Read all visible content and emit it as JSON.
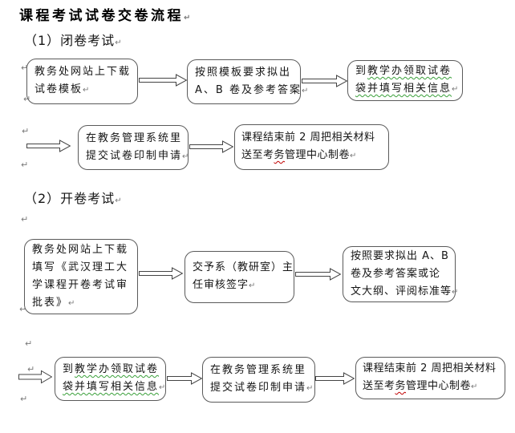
{
  "page": {
    "title": "课程考试试卷交卷流程",
    "pilcrow": "↵"
  },
  "colors": {
    "box_border": "#5a5a5a",
    "text": "#151515",
    "grammar_squiggle_green": "#3aa03a",
    "spelling_squiggle_red": "#c00000",
    "paragraph_mark_gray": "#7a7a7a"
  },
  "closed_exam": {
    "heading": "（1）闭卷考试",
    "boxes": {
      "download_template": {
        "l1": "教务处网站上下载",
        "l2": "试卷模板"
      },
      "draft_papers": {
        "l1": "按照模板要求拟出",
        "l2": "A、B 卷及参考答案"
      },
      "collect_bag": {
        "l1a": "到",
        "l1b": "教学办领取试卷",
        "l2": "袋并填写相关信息"
      },
      "submit_request": {
        "l1": "在教务管理系统里",
        "l2": "提交试卷印制申请"
      },
      "deliver_materials": {
        "l1": "课程结束前 2 周把相关材料",
        "l2a": "送至考",
        "l2b": "务",
        "l2c": "管理中心制卷"
      }
    }
  },
  "open_exam": {
    "heading": "（2）开卷考试",
    "boxes": {
      "download_form": {
        "l1": "教务处网站上下载",
        "l2": "填写《武汉理工大",
        "l3": "学课程开卷考试审",
        "l4": "批表》"
      },
      "director_sign": {
        "l1": "交予系（教研室）主",
        "l2": "任审核签字"
      },
      "draft_papers": {
        "l1": "按照要求拟出 A、B",
        "l2": "卷及参考答案或论",
        "l3": "文大纲、评阅标准等"
      },
      "collect_bag": {
        "l1a": "到",
        "l1b": "教学办领取试卷",
        "l2": "袋并填写相关信息"
      },
      "submit_request": {
        "l1": "在教务管理系统里",
        "l2": "提交试卷印制申请"
      },
      "deliver_materials": {
        "l1": "课程结束前 2 周把相关材料",
        "l2a": "送至考",
        "l2b": "务",
        "l2c": "管理中心制卷"
      }
    }
  }
}
